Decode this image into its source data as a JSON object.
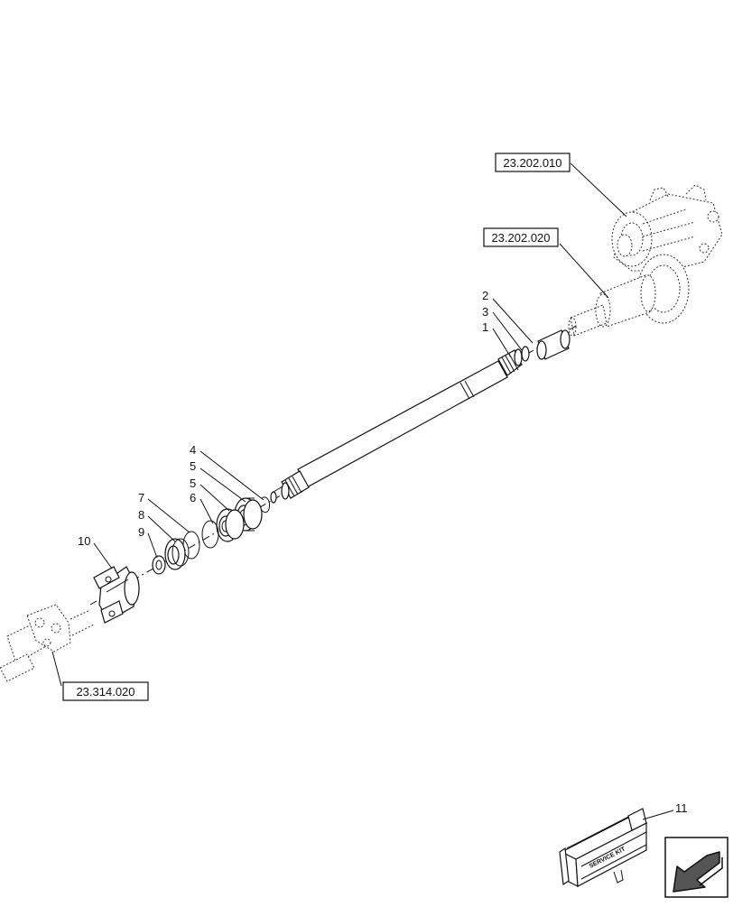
{
  "diagram": {
    "reference_labels": {
      "ref_top": "23.202.010",
      "ref_mid": "23.202.020",
      "ref_left": "23.314.020"
    },
    "callouts": {
      "c1": "1",
      "c2": "2",
      "c3": "3",
      "c4": "4",
      "c5a": "5",
      "c5b": "5",
      "c6": "6",
      "c7": "7",
      "c8": "8",
      "c9": "9",
      "c10": "10",
      "c11": "11"
    },
    "kit_label": "SERVICE KIT",
    "nav_icon": "arrow-left-down-icon"
  }
}
